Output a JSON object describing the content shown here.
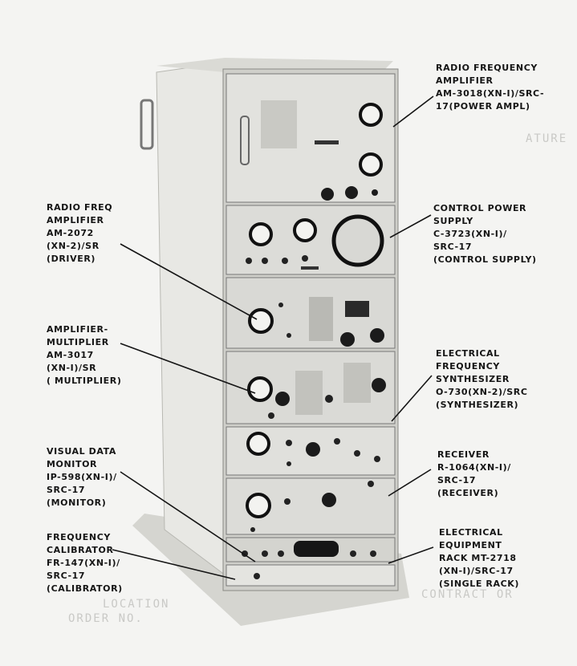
{
  "labels": {
    "rf_power_amp": [
      "RADIO FREQUENCY",
      "AMPLIFIER",
      "AM-3018(XN-I)/SRC-",
      "17(POWER AMPL)"
    ],
    "rf_driver": [
      "RADIO FREQ",
      "AMPLIFIER",
      "AM-2072",
      "(XN-2)/SR",
      "(DRIVER)"
    ],
    "control_power_supply": [
      "CONTROL POWER",
      "SUPPLY",
      "C-3723(XN-I)/",
      "SRC-17",
      "(CONTROL SUPPLY)"
    ],
    "amplifier_multiplier": [
      "AMPLIFIER-",
      "MULTIPLIER",
      "AM-3017",
      "(XN-I)/SR",
      "( MULTIPLIER)"
    ],
    "frequency_synthesizer": [
      "ELECTRICAL",
      "FREQUENCY",
      "SYNTHESIZER",
      "O-730(XN-2)/SRC",
      "(SYNTHESIZER)"
    ],
    "visual_data_monitor": [
      "VISUAL DATA",
      "MONITOR",
      "IP-598(XN-I)/",
      "SRC-17",
      "(MONITOR)"
    ],
    "receiver": [
      "RECEIVER",
      "R-1064(XN-I)/",
      "SRC-17",
      "(RECEIVER)"
    ],
    "frequency_calibrator": [
      "FREQUENCY",
      "CALIBRATOR",
      "FR-147(XN-I)/",
      "SRC-17",
      "(CALIBRATOR)"
    ],
    "equipment_rack": [
      "ELECTRICAL",
      "EQUIPMENT",
      "RACK MT-2718",
      "(XN-I)/SRC-17",
      "(SINGLE RACK)"
    ]
  },
  "bleed_through": {
    "feature": "ATURE",
    "location": "LOCATION",
    "contract": "CONTRACT OR",
    "order": "ORDER NO."
  },
  "colors": {
    "paper": "#f4f4f2",
    "ink": "#151515",
    "rack_light": "#e6e6e2",
    "rack_shadow": "#bdbdb8",
    "panel_face": "#d7d7d2",
    "knob": "#1b1b1b"
  }
}
